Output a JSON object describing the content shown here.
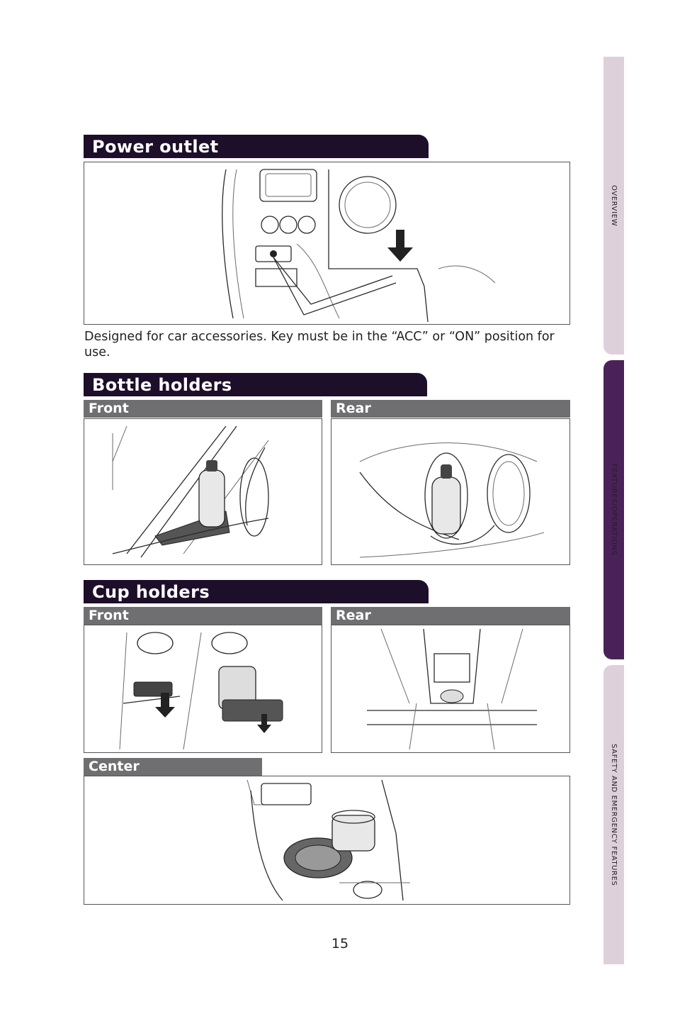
{
  "sections": {
    "power_outlet": {
      "title": "Power outlet",
      "description": "Designed for car accessories. Key must be in the “ACC” or “ON” position for use."
    },
    "bottle_holders": {
      "title": "Bottle holders",
      "front_label": "Front",
      "rear_label": "Rear"
    },
    "cup_holders": {
      "title": "Cup holders",
      "front_label": "Front",
      "rear_label": "Rear",
      "center_label": "Center"
    }
  },
  "side_tabs": [
    {
      "label": "OVERVIEW",
      "color": "#ddd0db",
      "active": false
    },
    {
      "label": "FEATURES/OPERATIONS",
      "color": "#4a2259",
      "active": true
    },
    {
      "label": "SAFETY AND EMERGENCY FEATURES",
      "color": "#ddd0db",
      "active": false
    }
  ],
  "page_number": "15",
  "colors": {
    "section_header": "#1d0e2a",
    "sub_header": "#6f6f72",
    "tab_inactive": "#ddd0db",
    "tab_active": "#4a2259"
  }
}
